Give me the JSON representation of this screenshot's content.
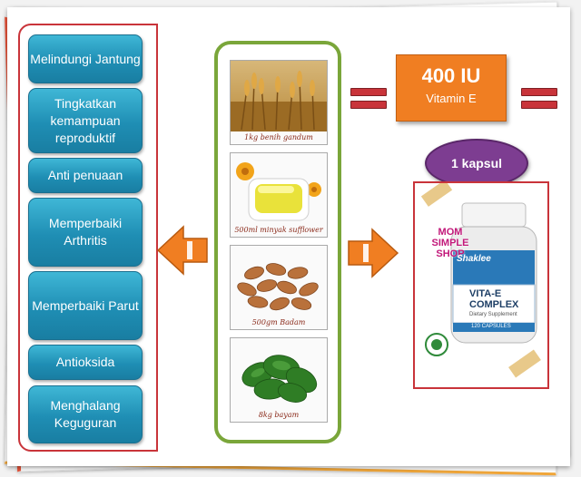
{
  "benefits": [
    {
      "label": "Melindungi Jantung"
    },
    {
      "label": "Tingkatkan kemampuan reproduktif"
    },
    {
      "label": "Anti penuaan"
    },
    {
      "label": "Memperbaiki Arthritis"
    },
    {
      "label": "Memperbaiki Parut"
    },
    {
      "label": "Antioksida"
    },
    {
      "label": "Menghalang Keguguran"
    }
  ],
  "foods": [
    {
      "caption": "1kg benih gandum",
      "icon": "wheat-icon"
    },
    {
      "caption": "500ml minyak sufflower",
      "icon": "oil-bowl-icon"
    },
    {
      "caption": "500gm Badam",
      "icon": "almond-icon"
    },
    {
      "caption": "8kg bayam",
      "icon": "spinach-icon"
    }
  ],
  "dose": {
    "amount": "400 IU",
    "name": "Vitamin E"
  },
  "capsule_label": "1 kapsul",
  "product": {
    "shop_logo": "MOM SIMPLE SHOP",
    "brand": "Shaklee",
    "name_line1": "VITA-E",
    "name_line2": "COMPLEX",
    "subtitle": "Dietary Supplement",
    "count": "120 CAPSULES"
  },
  "colors": {
    "benefit_blue": "#1f8eb4",
    "frame_red": "#c9343a",
    "frame_green": "#7aa63a",
    "orange": "#f07e22",
    "purple": "#7d3d91"
  }
}
